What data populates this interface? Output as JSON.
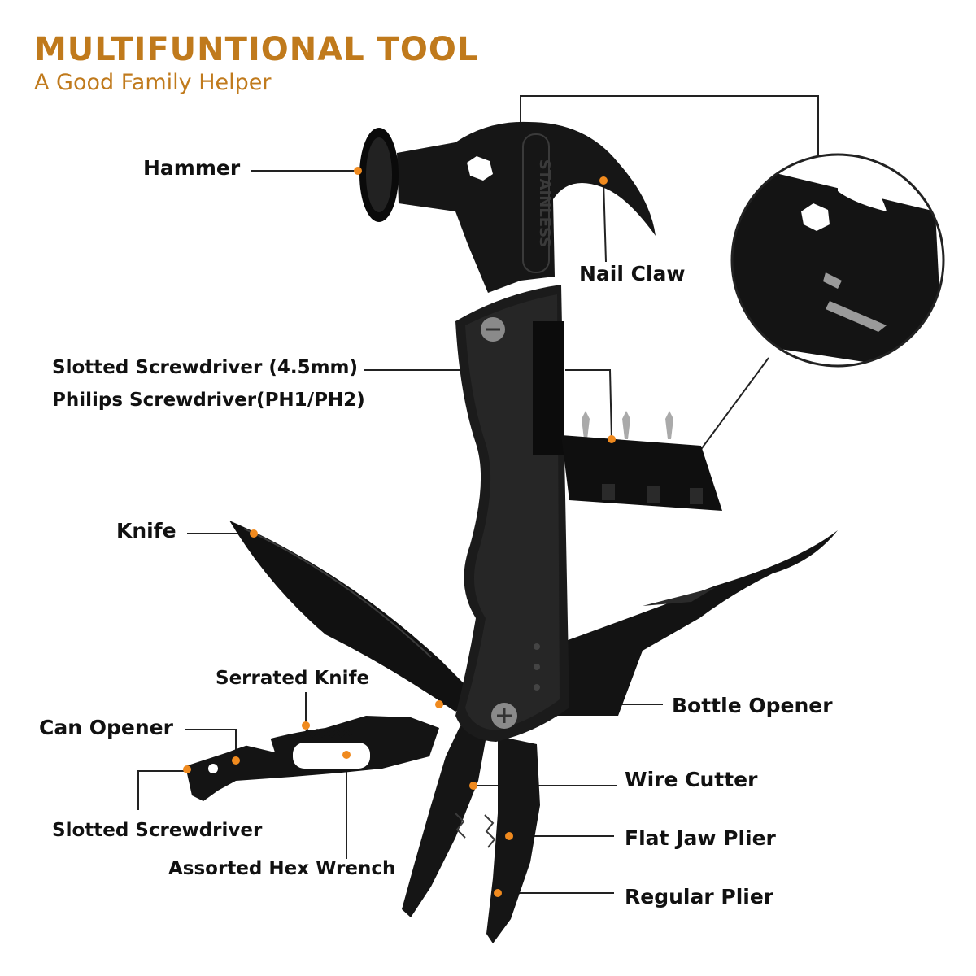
{
  "header": {
    "title": "MULTIFUNTIONAL TOOL",
    "subtitle": "A Good Family Helper"
  },
  "engraving": "STAINLESS",
  "colors": {
    "accent": "#c07a1c",
    "marker": "#f08a1e",
    "tool_body": "#151515",
    "label_text": "#111111"
  },
  "callouts": {
    "hammer": "Hammer",
    "nail_claw": "Nail Claw",
    "screwdriver_slotted": "Slotted Screwdriver (4.5mm)",
    "screwdriver_philips": "Philips Screwdriver(PH1/PH2)",
    "knife": "Knife",
    "serrated_knife": "Serrated Knife",
    "can_opener": "Can Opener",
    "bottle_opener": "Bottle Opener",
    "wire_cutter": "Wire Cutter",
    "slotted_screwdriver": "Slotted Screwdriver",
    "flat_jaw_plier": "Flat Jaw Plier",
    "assorted_hex_wrench": "Assorted Hex Wrench",
    "regular_plier": "Regular Plier"
  }
}
